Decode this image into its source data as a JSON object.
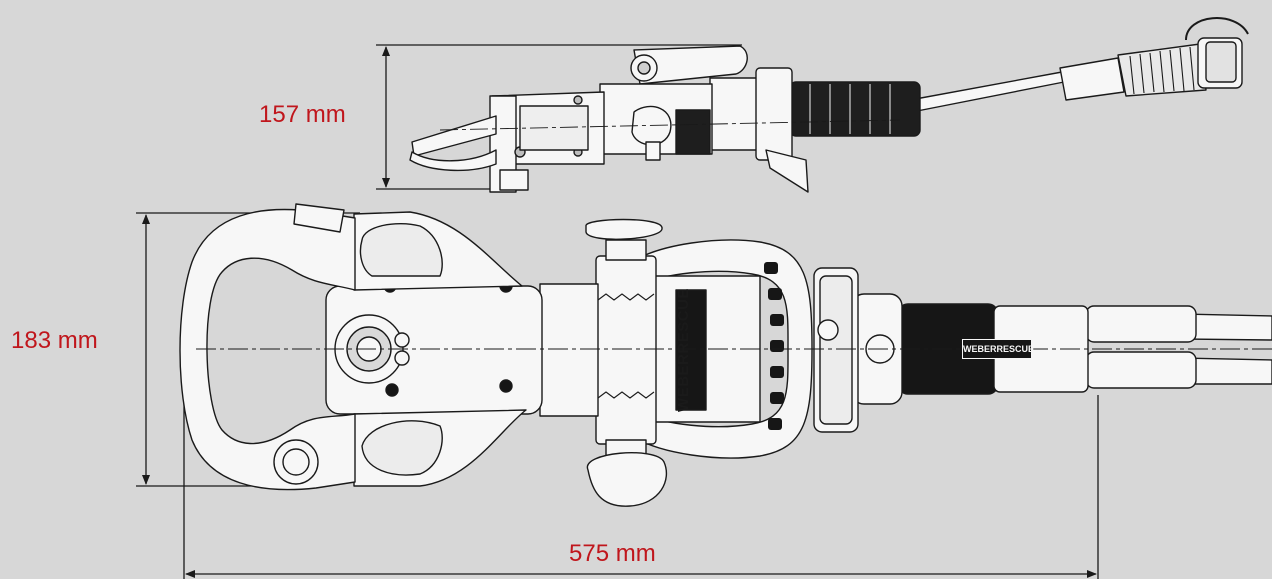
{
  "dimensions": {
    "height_side": "157 mm",
    "height_top": "183 mm",
    "length": "575 mm"
  },
  "branding": {
    "handle_logo": "WEBERRESCUE",
    "grip_logo": "WEBERRESCUE"
  },
  "colors": {
    "background": "#d7d7d7",
    "dimension_text": "#c0161c",
    "line": "#1a1a1a",
    "fill": "#f7f7f7",
    "dark": "#161616"
  }
}
